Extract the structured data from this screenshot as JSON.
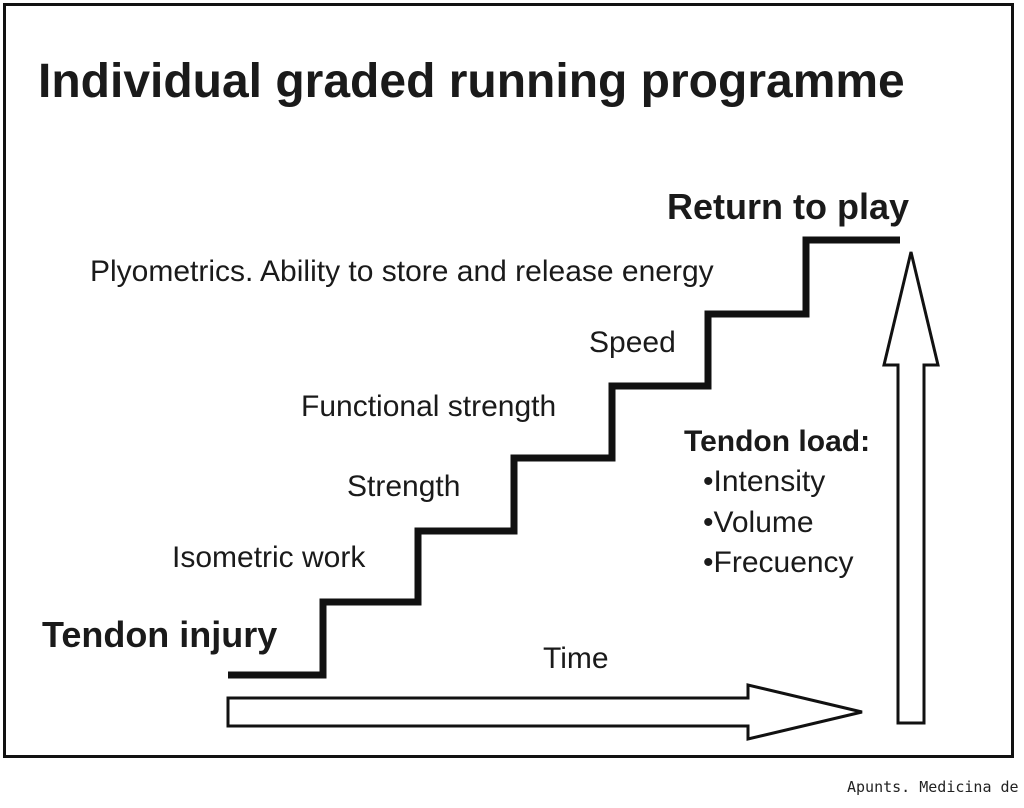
{
  "title": "Individual graded running programme",
  "start_label": "Tendon injury",
  "end_label": "Return to play",
  "steps": [
    "Isometric work",
    "Strength",
    "Functional strength",
    "Speed",
    "Plyometrics. Ability to store and release energy"
  ],
  "time_label": "Time",
  "load": {
    "heading": "Tendon load:",
    "items": [
      "•Intensity",
      "•Volume",
      "•Frecuency"
    ]
  },
  "credit": "Apunts. Medicina de l"
}
